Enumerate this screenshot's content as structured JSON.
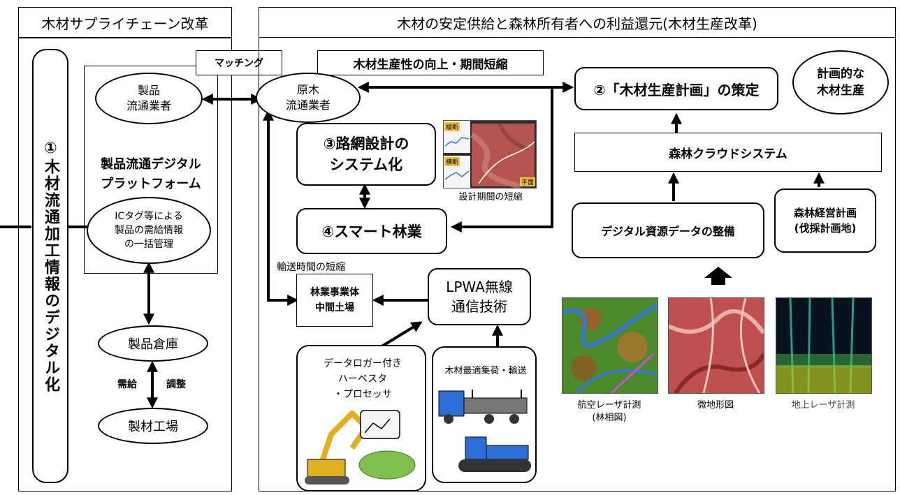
{
  "left_panel": {
    "title": "木材サプライチェーン改革",
    "vertical_label": "①木材流通加工情報のデジタル化",
    "seller_oval": "製品\n流通業者",
    "platform_label": "製品流通デジタル\nプラットフォーム",
    "ic_tag_oval": "ICタグ等による\n製品の需給情報\nの一括管理",
    "warehouse_oval": "製品倉庫",
    "sawmill_oval": "製材工場",
    "supply_label": "需給",
    "adjust_label": "調整"
  },
  "matching_label": "マッチング",
  "right_panel": {
    "title": "木材の安定供給と森林所有者への利益還元(木材生産改革)",
    "productivity_banner": "木材生産性の向上・期間短縮",
    "log_dealer_oval": "原木\n流通業者",
    "plan_box": "②「木材生産計画」の策定",
    "planned_oval": "計画的な\n木材生産",
    "road_design_box": "③路網設計の\nシステム化",
    "design_period_caption": "設計期間の短縮",
    "road_image_labels": [
      "縦断",
      "横断",
      "平面"
    ],
    "smart_forestry_box": "④スマート林業",
    "cloud_box": "森林クラウドシステム",
    "digital_data_box": "デジタル資源データの整備",
    "management_plan_box": "森林経営計画\n(伐採計画地)",
    "transport_caption": "輸送時間の短縮",
    "yard_box": "林業事業体\n中間土場",
    "lpwa_box": "LPWA無線\n通信技術",
    "harvester_box": "データロガー付き\nハーベスタ\n・プロセッサ",
    "optimal_box": "木材最適集荷・輸送",
    "image_captions": {
      "aerial": "航空レーザ計測\n(林相図)",
      "micro": "微地形図",
      "ground": "地上レーザ計測"
    }
  },
  "colors": {
    "line": "#000000",
    "terrain_red": "#c0504d",
    "forest_green": "#4a8a2a",
    "river_blue": "#3a78c8",
    "truck_blue": "#2b6fd6",
    "excavator_yellow": "#e0b020"
  }
}
